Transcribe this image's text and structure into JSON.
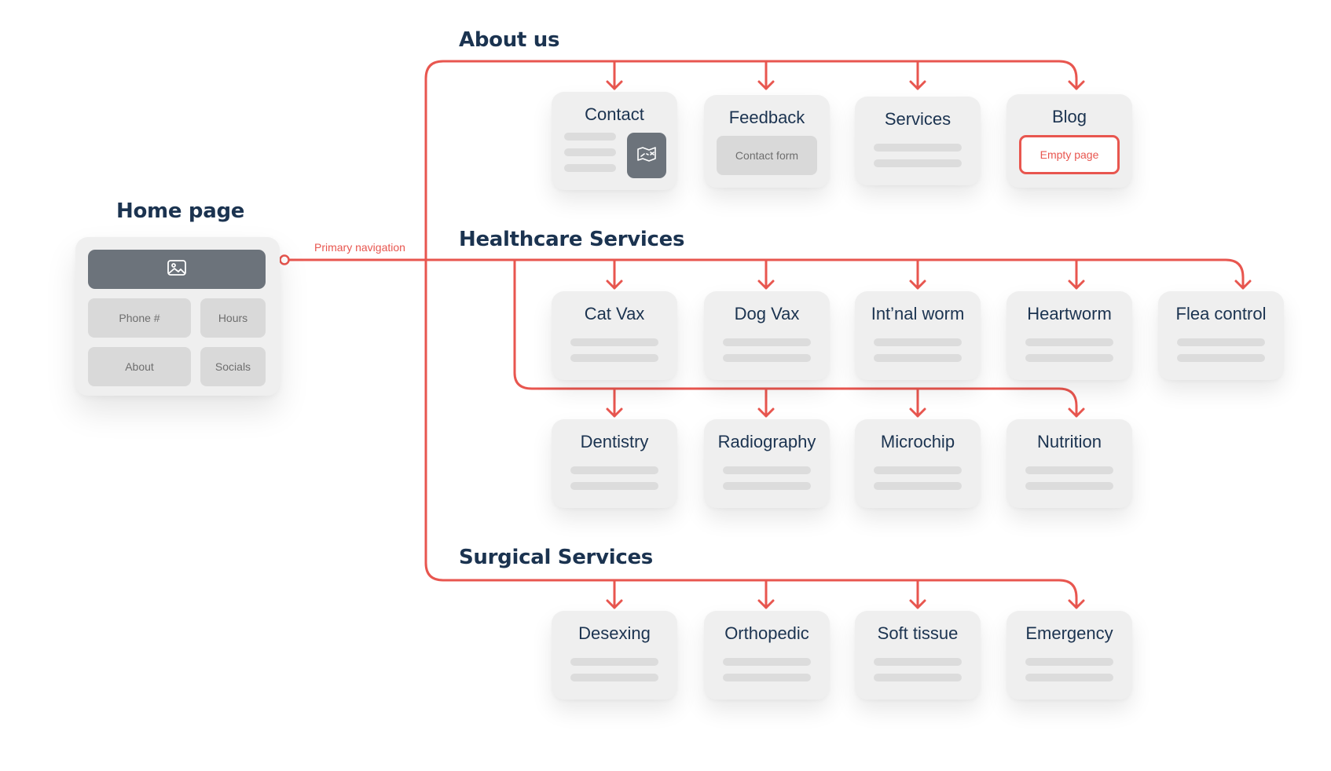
{
  "home": {
    "title": "Home page",
    "nav_label": "Primary navigation",
    "buttons": {
      "phone": "Phone #",
      "hours": "Hours",
      "about": "About",
      "socials": "Socials"
    },
    "hero_icon": "image-icon"
  },
  "sections": {
    "about": {
      "title": "About us",
      "cards": {
        "contact": "Contact",
        "feedback": "Feedback",
        "services": "Services",
        "blog": "Blog"
      },
      "feedback_pill": "Contact form",
      "blog_pill": "Empty page",
      "contact_icon": "map-icon"
    },
    "healthcare": {
      "title": "Healthcare Services",
      "cards": {
        "cat_vax": "Cat Vax",
        "dog_vax": "Dog Vax",
        "intnal_worm": "Int’nal worm",
        "heartworm": "Heartworm",
        "flea_control": "Flea control",
        "dentistry": "Dentistry",
        "radiography": "Radiography",
        "microchip": "Microchip",
        "nutrition": "Nutrition"
      }
    },
    "surgical": {
      "title": "Surgical Services",
      "cards": {
        "desexing": "Desexing",
        "orthopedic": "Orthopedic",
        "soft_tissue": "Soft tissue",
        "emergency": "Emergency"
      }
    }
  },
  "colors": {
    "connector": "#e8564f",
    "title": "#1b3350",
    "card": "#efefef",
    "placeholder": "#dcdcdc",
    "dark_block": "#6c737b"
  }
}
